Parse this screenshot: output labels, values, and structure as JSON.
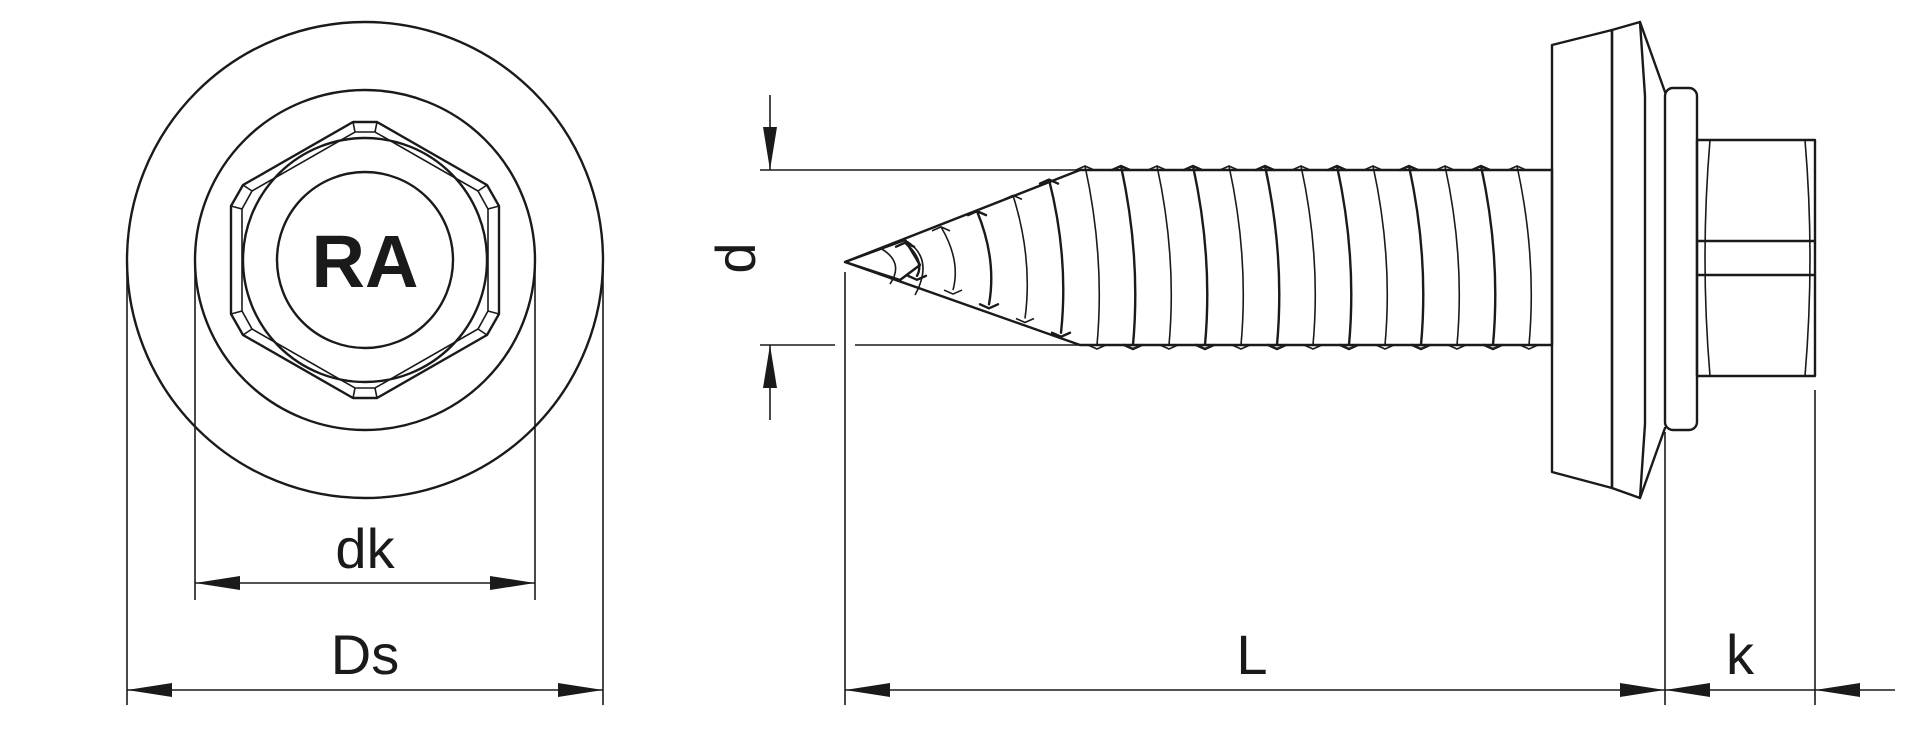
{
  "head_marking": "RA",
  "dimensions": {
    "thread_diameter": "d",
    "head_diameter": "dk",
    "washer_diameter": "Ds",
    "length": "L",
    "head_height": "k"
  }
}
